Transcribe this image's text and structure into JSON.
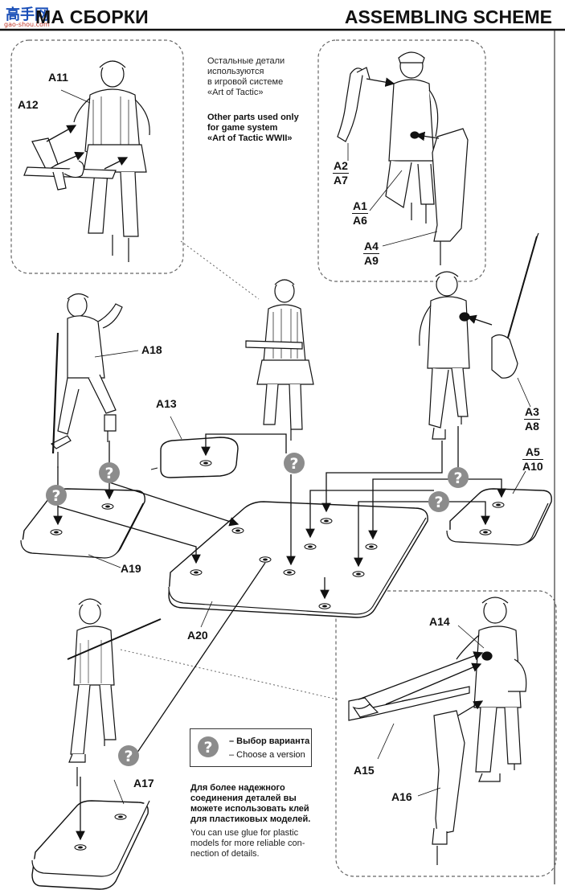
{
  "header": {
    "title_ru": "МА СБОРКИ",
    "title_en": "ASSEMBLING SCHEME"
  },
  "watermark": {
    "chinese": "高手网",
    "site": "gao-shou.com"
  },
  "notes": {
    "game_ru": "Остальные детали\nиспользуются\nв игровой системе\n«Art of Tactic»",
    "game_en": "Other parts used only\nfor game system\n«Art of Tactic WWII»",
    "glue_ru": "Для более надежного\nсоединения деталей вы\nможете использовать клей\nдля пластиковых моделей.",
    "glue_en": "You can use glue for plastic\nmodels for more reliable con-\nnection of details."
  },
  "legend": {
    "ru": "– Выбор варианта",
    "en": "– Choose a version"
  },
  "labels": {
    "A11": "A11",
    "A12": "A12",
    "A13": "A13",
    "A14": "A14",
    "A15": "A15",
    "A16": "A16",
    "A17": "A17",
    "A18": "A18",
    "A19": "A19",
    "A20": "A20"
  },
  "fractions": {
    "a2a7": {
      "top": "A2",
      "bottom": "A7"
    },
    "a1a6": {
      "top": "A1",
      "bottom": "A6"
    },
    "a4a9": {
      "top": "A4",
      "bottom": "A9"
    },
    "a3a8": {
      "top": "A3",
      "bottom": "A8"
    },
    "a5a10": {
      "top": "A5",
      "bottom": "A10"
    }
  },
  "choice_icon": "question-mark-icon",
  "colors": {
    "ink": "#111111",
    "choice_badge": "#8c8c8c",
    "detail_box": "#666666"
  }
}
